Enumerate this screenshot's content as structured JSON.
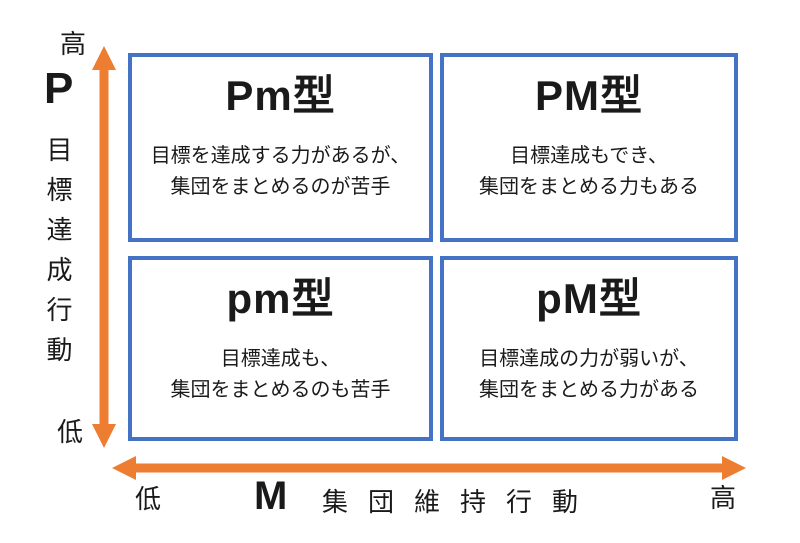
{
  "colors": {
    "arrow_orange": "#ED7D31",
    "box_border_blue": "#4472C4",
    "text_black": "#1A1A1A"
  },
  "vertical_axis": {
    "letter": "P",
    "label": "目標達成行動",
    "high": "高",
    "low": "低"
  },
  "horizontal_axis": {
    "letter": "M",
    "label": "集団維持行動",
    "low": "低",
    "high": "高"
  },
  "quadrants": [
    {
      "position": "top-left",
      "title": "Pm型",
      "description": "目標を達成する力があるが、\n集団をまとめるのが苦手"
    },
    {
      "position": "top-right",
      "title": "PM型",
      "description": "目標達成もでき、\n集団をまとめる力もある"
    },
    {
      "position": "bottom-left",
      "title": "pm型",
      "description": "目標達成も、\n集団をまとめるのも苦手"
    },
    {
      "position": "bottom-right",
      "title": "pM型",
      "description": "目標達成の力が弱いが、\n集団をまとめる力がある"
    }
  ]
}
